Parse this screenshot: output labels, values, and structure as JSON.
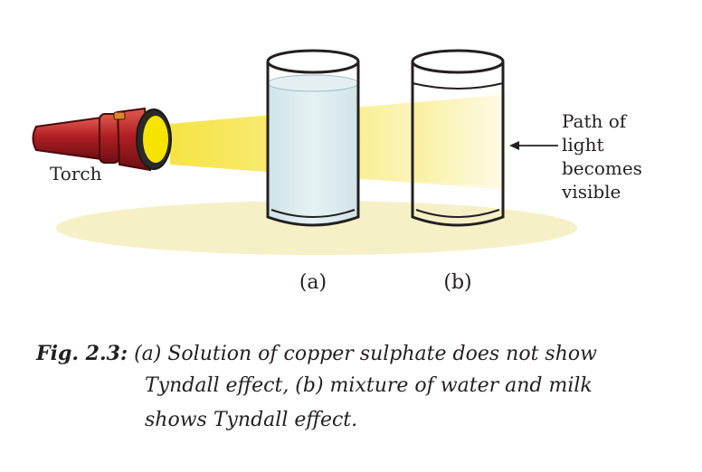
{
  "labels": {
    "torch": "Torch",
    "path_line1": "Path of",
    "path_line2": "light",
    "path_line3": "becomes",
    "path_line4": "visible",
    "glass_a": "(a)",
    "glass_b": "(b)"
  },
  "caption": {
    "label": "Fig. 2.3:",
    "line1": "(a) Solution of copper sulphate does not show",
    "line2": "Tyndall effect, (b) mixture of water and milk",
    "line3": "shows Tyndall effect."
  },
  "colors": {
    "torch_body": "#b01f24",
    "torch_lens": "#f6e400",
    "beam": "#f7ec7a",
    "ground": "#f6f0c6",
    "copper_sulphate": "#dcecef",
    "milk_mixture": "#ffffff"
  }
}
